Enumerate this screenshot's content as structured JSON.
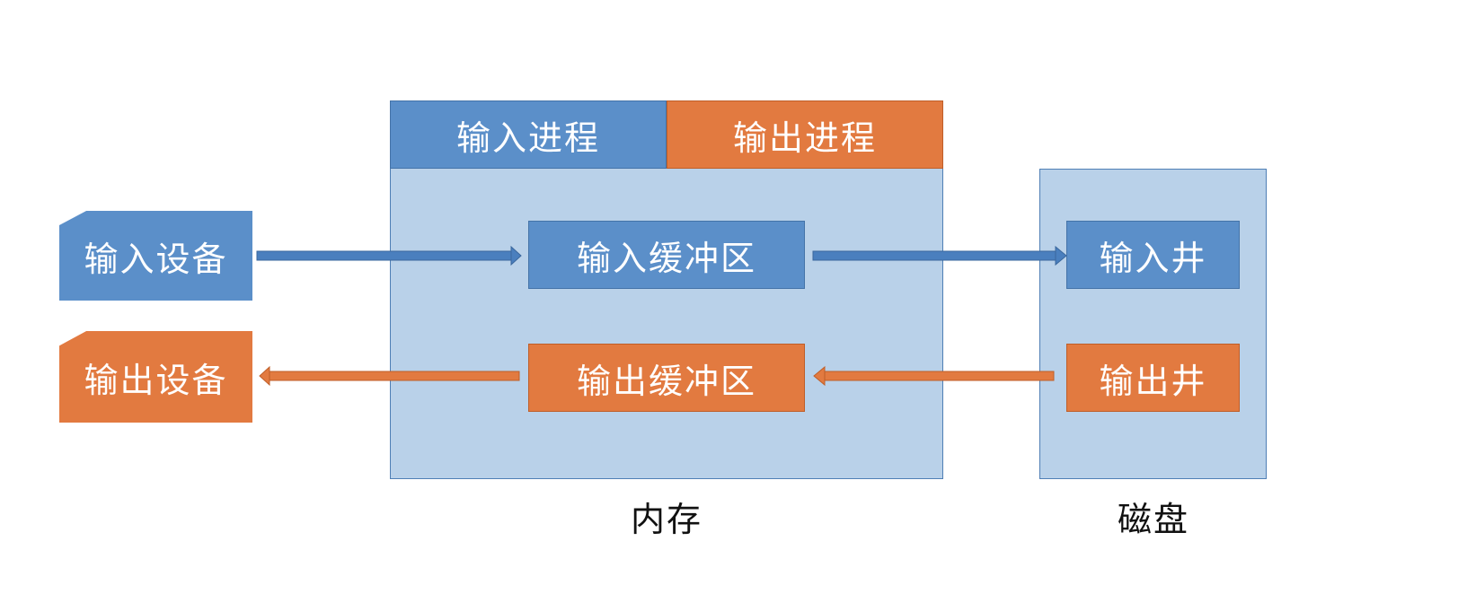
{
  "memory": {
    "caption": "内存",
    "input_process": "输入进程",
    "output_process": "输出进程",
    "input_buffer": "输入缓冲区",
    "output_buffer": "输出缓冲区"
  },
  "disk": {
    "caption": "磁盘",
    "input_well": "输入井",
    "output_well": "输出井"
  },
  "devices": {
    "input_device": "输入设备",
    "output_device": "输出设备"
  },
  "colors": {
    "input": "#5b8fc9",
    "output": "#e27a40",
    "region": "#b9d1e9"
  }
}
